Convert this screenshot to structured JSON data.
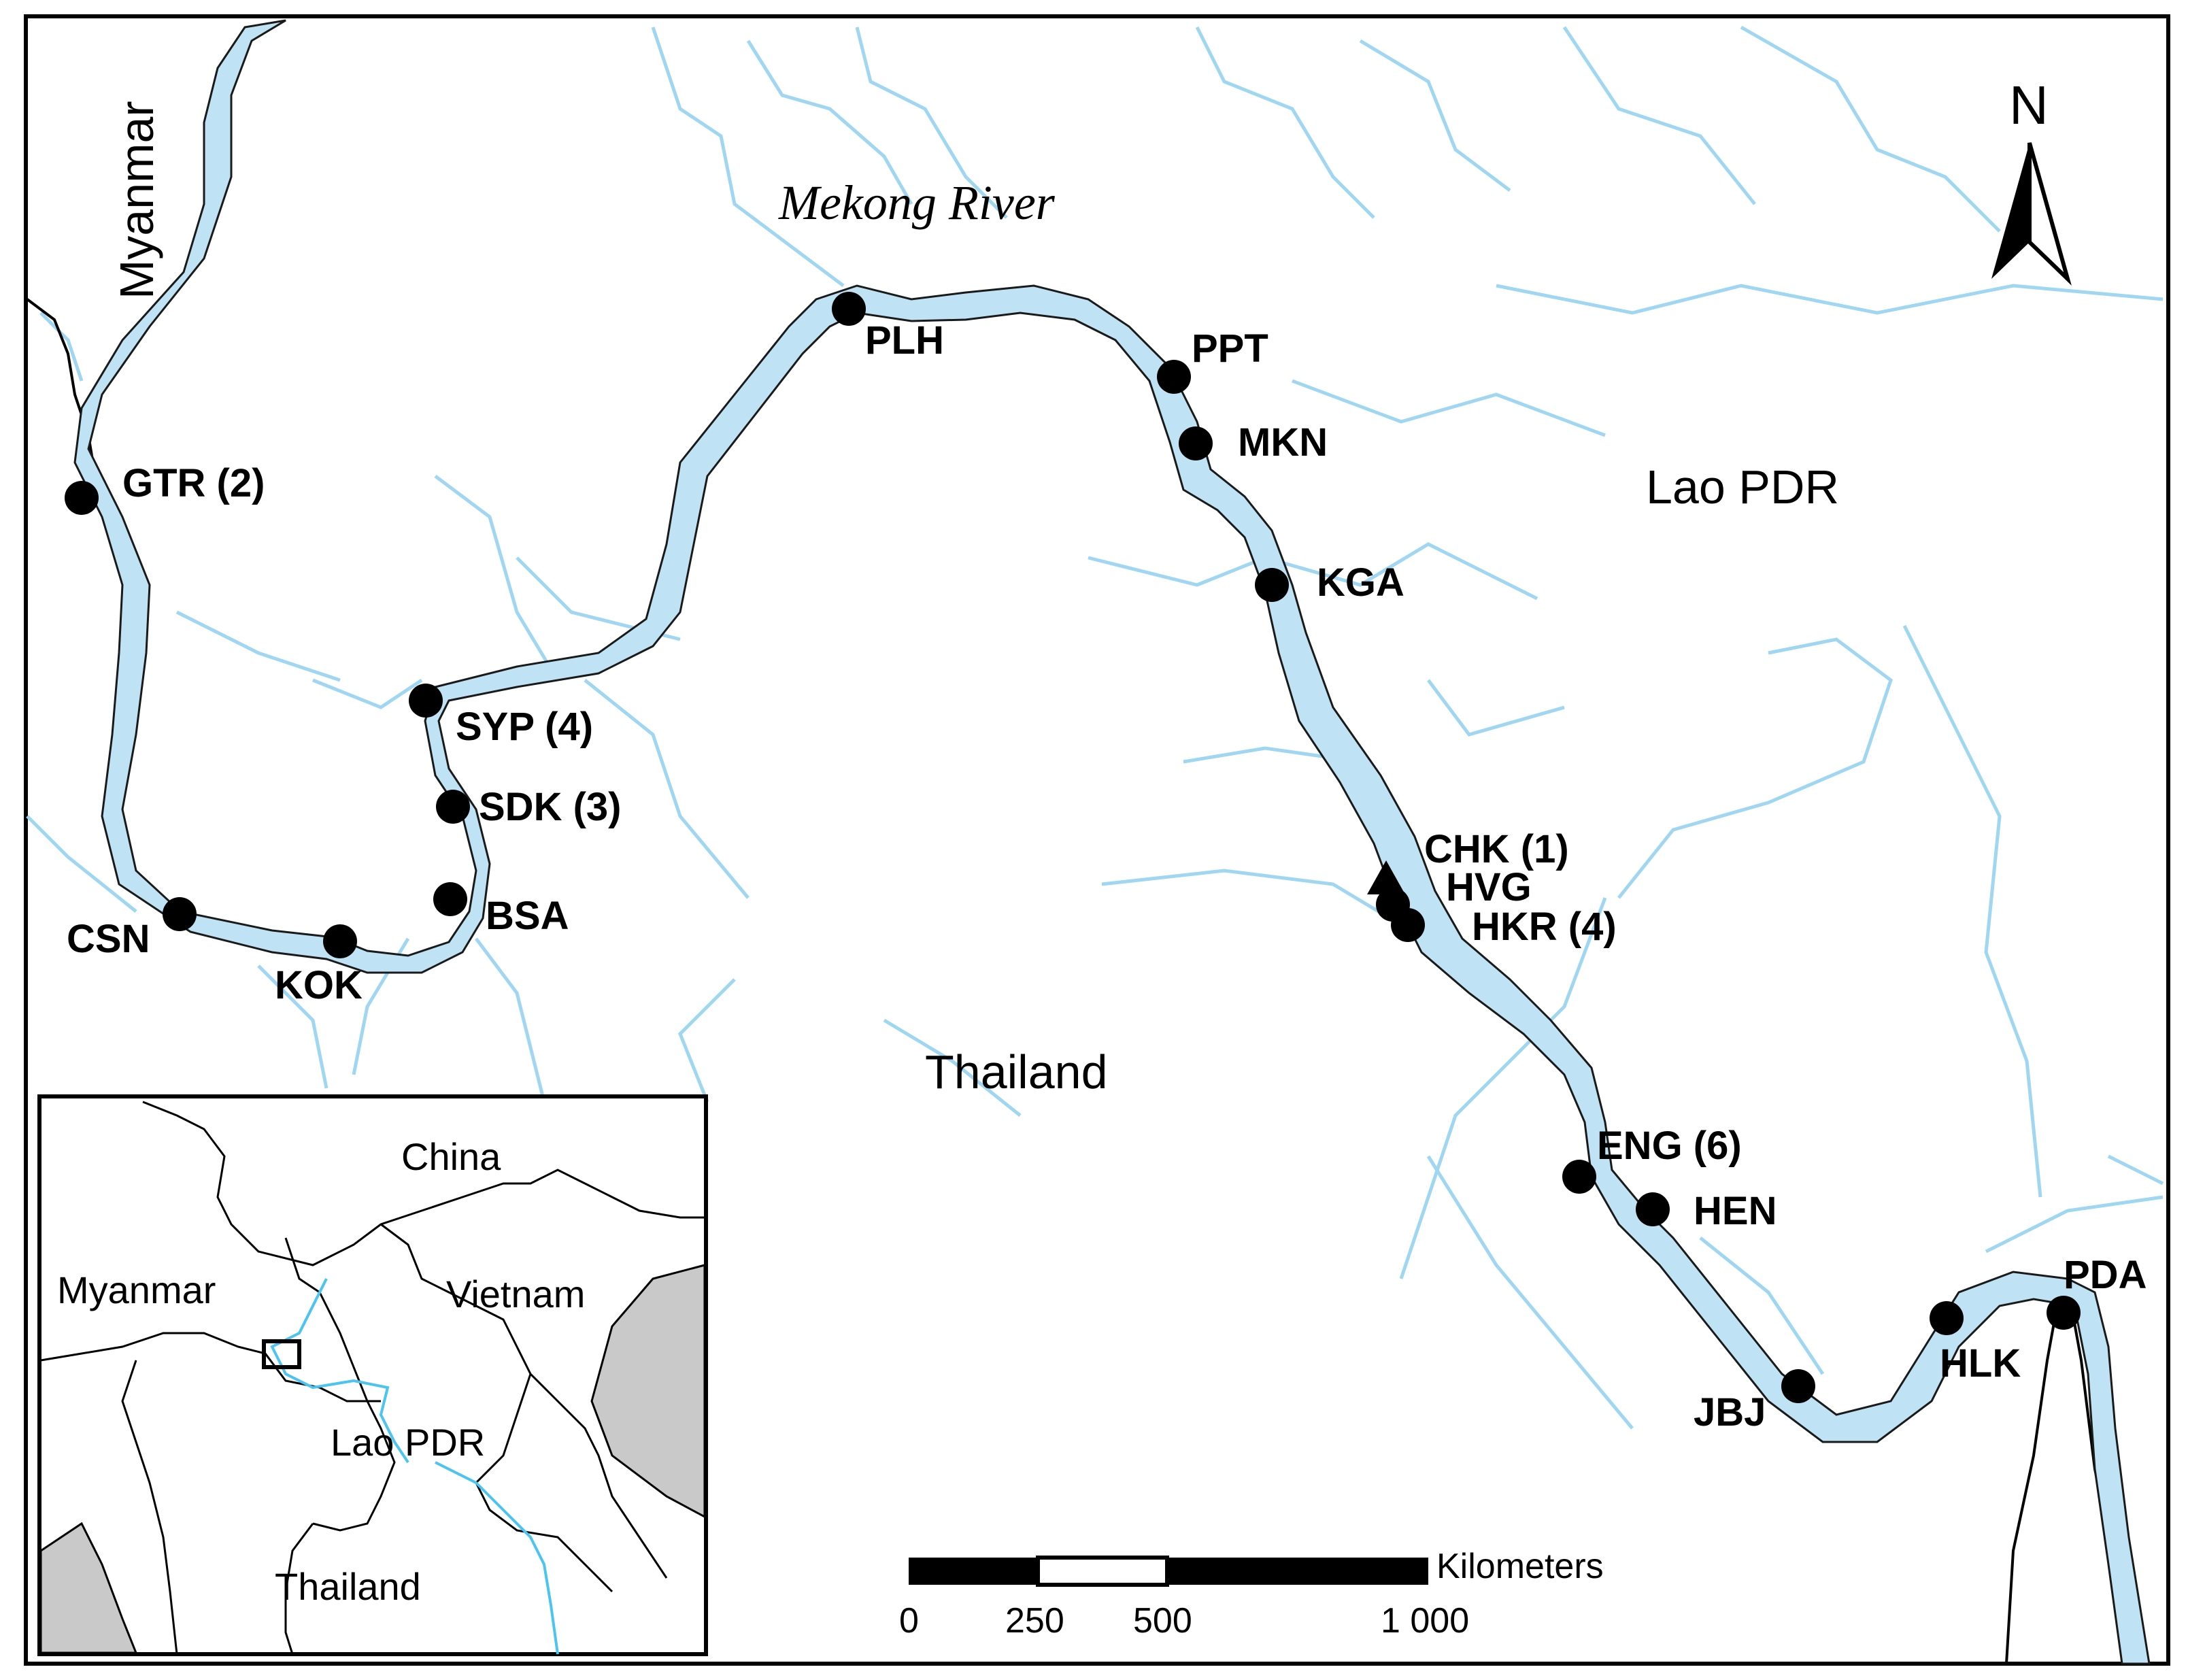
{
  "map": {
    "river_label": "Mekong River",
    "countries": {
      "myanmar": "Myanmar",
      "lao": "Lao PDR",
      "thailand": "Thailand"
    },
    "sites": [
      {
        "id": "gtr",
        "label": "GTR (2)"
      },
      {
        "id": "plh",
        "label": "PLH"
      },
      {
        "id": "ppt",
        "label": "PPT"
      },
      {
        "id": "mkn",
        "label": "MKN"
      },
      {
        "id": "kga",
        "label": "KGA"
      },
      {
        "id": "syp",
        "label": "SYP (4)"
      },
      {
        "id": "sdk",
        "label": "SDK (3)"
      },
      {
        "id": "bsa",
        "label": "BSA"
      },
      {
        "id": "csn",
        "label": "CSN"
      },
      {
        "id": "kok",
        "label": "KOK"
      },
      {
        "id": "chk",
        "label": "CHK (1)"
      },
      {
        "id": "hvg",
        "label": "HVG"
      },
      {
        "id": "hkr",
        "label": "HKR (4)"
      },
      {
        "id": "eng",
        "label": "ENG (6)"
      },
      {
        "id": "hen",
        "label": "HEN"
      },
      {
        "id": "jbj",
        "label": "JBJ"
      },
      {
        "id": "hlk",
        "label": "HLK"
      },
      {
        "id": "pda",
        "label": "PDA"
      }
    ],
    "north_arrow": {
      "label": "N",
      "icon": "north-arrow-icon"
    },
    "scale_bar": {
      "unit": "Kilometers",
      "ticks": [
        "0",
        "250",
        "500",
        "1 000"
      ]
    },
    "inset": {
      "labels": {
        "china": "China",
        "myanmar": "Myanmar",
        "vietnam": "Vietnam",
        "lao": "Lao PDR",
        "thailand": "Thailand"
      }
    },
    "colors": {
      "river_fill": "#bfe3f5",
      "river_outline": "#1a1a1a",
      "tributary": "#9fd6f2",
      "border": "#000000",
      "sea": "#c9c9c9",
      "point": "#000000"
    }
  }
}
